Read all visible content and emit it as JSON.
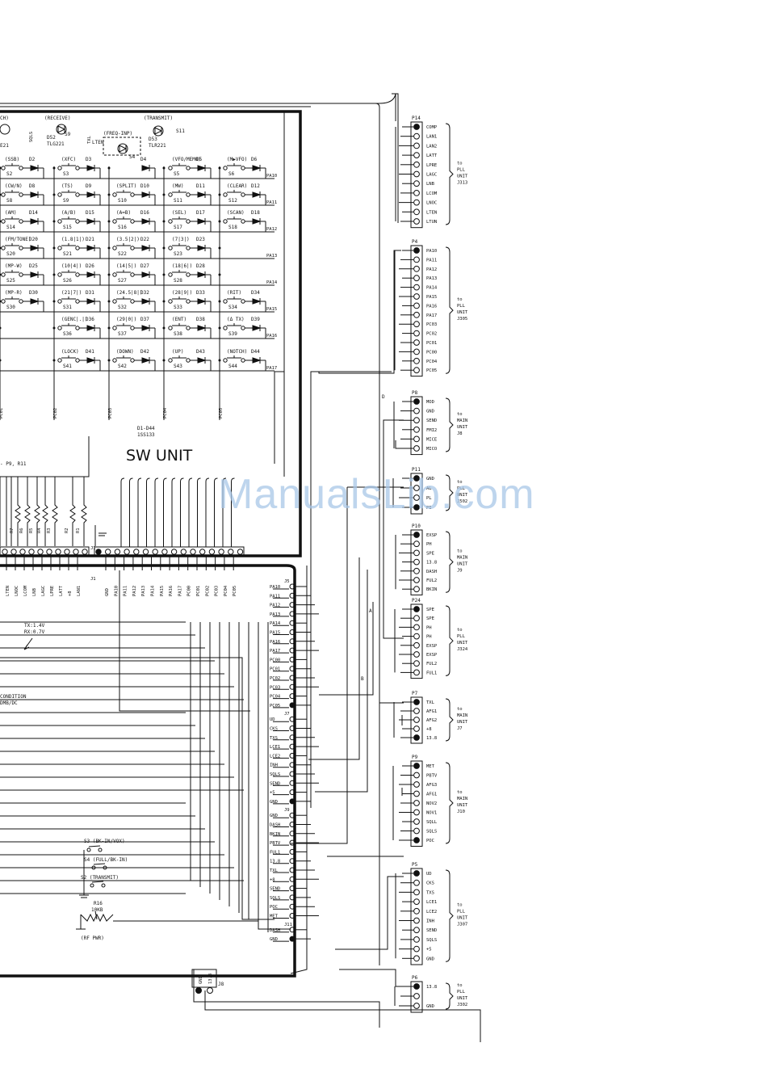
{
  "title": "SW UNIT",
  "diode_note": {
    "line1": "D1-D44",
    "line2": "1SS133"
  },
  "watermark": "ManualsLib.com",
  "indicators": {
    "receive": "(RECEIVE)",
    "receive_led": "D52",
    "receive_led_type": "TLG221",
    "transmit": "(TRANSMIT)",
    "transmit_led": "D53",
    "transmit_led_type": "TLR221",
    "freq_inp": "(FREQ-INP)",
    "lten": "LTEN",
    "s4": "S4",
    "s9": "S9",
    "s11": "S11",
    "sqls": "SQLS",
    "txl": "TXL",
    "partial_left": "CH)",
    "d51": "E21"
  },
  "keypad": {
    "rows": [
      {
        "labels": [
          "(SSB)",
          "(XFC)",
          "",
          "(VFO/MEMO)",
          "(M▶VFO)"
        ],
        "switches": [
          "S2",
          "S3",
          "",
          "S5",
          "S6"
        ],
        "diodes": [
          "D2",
          "D3",
          "D4",
          "D5",
          "D6"
        ],
        "bus": "PA10"
      },
      {
        "labels": [
          "(CW/N)",
          "(TS)",
          "(SPLIT)",
          "(MW)",
          "(CLEAR)"
        ],
        "switches": [
          "S8",
          "S9",
          "S10",
          "S11",
          "S12"
        ],
        "diodes": [
          "D8",
          "D9",
          "D10",
          "D11",
          "D12"
        ],
        "bus": "PA11"
      },
      {
        "labels": [
          "(AM)",
          "(A/B)",
          "(A=B)",
          "(SEL)",
          "(SCAN)"
        ],
        "switches": [
          "S14",
          "S15",
          "S16",
          "S17",
          "S18"
        ],
        "diodes": [
          "D14",
          "D15",
          "D16",
          "D17",
          "D18"
        ],
        "bus": "PA12"
      },
      {
        "labels": [
          "(FM/TONE)",
          "(1.8|1|)",
          "(3.5|2|)",
          "(7|3|)",
          ""
        ],
        "switches": [
          "S20",
          "S21",
          "S22",
          "S23",
          ""
        ],
        "diodes": [
          "D20",
          "D21",
          "D22",
          "D23",
          ""
        ],
        "bus": "PA13"
      },
      {
        "labels": [
          "(MP-W)",
          "(10|4|)",
          "(14|5|)",
          "(18|6|)",
          ""
        ],
        "switches": [
          "S25",
          "S26",
          "S27",
          "S28",
          ""
        ],
        "diodes": [
          "D25",
          "D26",
          "D27",
          "D28",
          ""
        ],
        "bus": "PA14"
      },
      {
        "labels": [
          "(MP-R)",
          "(21|7|)",
          "(24.5|8|)",
          "(28|9|)",
          "(RIT)"
        ],
        "switches": [
          "S30",
          "S31",
          "S32",
          "S33",
          "S34"
        ],
        "diodes": [
          "D30",
          "D31",
          "D32",
          "D33",
          "D34"
        ],
        "bus": "PA15"
      },
      {
        "labels": [
          "",
          "(GENC|.|)",
          "(29|0|)",
          "(ENT)",
          "(Δ TX)"
        ],
        "switches": [
          "",
          "S36",
          "S37",
          "S38",
          "S39"
        ],
        "diodes": [
          "",
          "D36",
          "D37",
          "D38",
          "D39"
        ],
        "bus": "PA16"
      },
      {
        "labels": [
          "",
          "(LOCK)",
          "(DOWN)",
          "(UP)",
          "(NOTCH)"
        ],
        "switches": [
          "",
          "S41",
          "S42",
          "S43",
          "S44"
        ],
        "diodes": [
          "",
          "D41",
          "D42",
          "D43",
          "D44"
        ],
        "bus": "PA17"
      }
    ],
    "columns": [
      "PC01",
      "PC02",
      "PC03",
      "PC04",
      "PC05"
    ]
  },
  "resistors": [
    "R7",
    "R6",
    "R5",
    "R4",
    "R3",
    "R2",
    "R1"
  ],
  "resistor_note": "- P9, R11",
  "j1": {
    "label": "J1",
    "left_pins": [
      "LTEN",
      "LNOC",
      "LCOM",
      "LNB",
      "LAGC",
      "LPRE",
      "LATT",
      "+8",
      "LAN1"
    ],
    "right_pins": [
      "GND",
      "PA10",
      "PA11",
      "PA12",
      "PA13",
      "PA14",
      "PA15",
      "PA16",
      "PA17",
      "PC00",
      "PC01",
      "PC02",
      "PC03",
      "PC04",
      "PC05"
    ]
  },
  "notes": {
    "tx": "TX:1.4V",
    "rx": "RX:0.7V",
    "cond": "CONDITION",
    "cond2": "DMB/DC"
  },
  "lower_parts": {
    "s3": "S3 (BK-IN/VOX)",
    "s4": "S4 (FULL/BK-IN)",
    "s2": "S2 (TRANSMIT)",
    "r16": "R16",
    "r16_val": "10KB",
    "rf": "(RF PWR)"
  },
  "j8": {
    "label": "J8",
    "pins": [
      "GND",
      "13.8"
    ]
  },
  "j_mid": [
    {
      "label": "J5",
      "pins": [
        "PA10",
        "PA11",
        "PA12",
        "PA13",
        "PA14",
        "PA15",
        "PA16",
        "PA17",
        "PC00",
        "PC01",
        "PC02",
        "PC03",
        "PC04",
        "PC05"
      ]
    },
    {
      "label": "J7",
      "pins": [
        "UD",
        "CKS",
        "TXS",
        "LCE1",
        "LCE2",
        "INH",
        "SQLS",
        "SEND",
        "+5",
        "GND"
      ]
    },
    {
      "label": "J9",
      "pins": [
        "GND",
        "DASH",
        "BKIN",
        "PBTV",
        "FUL1",
        "13.8",
        "TXL",
        "+8",
        "SEND",
        "SQLS",
        "POC",
        "MET"
      ]
    },
    {
      "label": "J11",
      "pins": [
        "DASH",
        "GND"
      ]
    }
  ],
  "connectors": [
    {
      "label": "P14",
      "pins": [
        "COMP",
        "LAN1",
        "LAN2",
        "LATT",
        "LPRE",
        "LAGC",
        "LNB",
        "LCOM",
        "LNOC",
        "LTEN",
        "LTUN"
      ],
      "dest": [
        "to",
        "PLL",
        "UNIT",
        "J313"
      ]
    },
    {
      "label": "P4",
      "pins": [
        "PA10",
        "PA11",
        "PA12",
        "PA13",
        "PA14",
        "PA15",
        "PA16",
        "PA17",
        "PC03",
        "PC02",
        "PC01",
        "PC00",
        "PC04",
        "PC05"
      ],
      "dest": [
        "to",
        "PLL",
        "UNIT",
        "J305"
      ]
    },
    {
      "label": "P8",
      "pins": [
        "MOD",
        "GND",
        "SEND",
        "FMI2",
        "MICE",
        "MICO"
      ],
      "dest": [
        "to",
        "MAIN",
        "UNIT",
        "J8"
      ]
    },
    {
      "label": "P11",
      "pins": [
        "GND",
        "AL",
        "PL",
        "PI"
      ],
      "dest": [
        "to",
        "PLL",
        "UNIT",
        "J502"
      ]
    },
    {
      "label": "P10",
      "pins": [
        "EXSP",
        "PH",
        "SPE",
        "13.8",
        "DASH",
        "FUL2",
        "BKIN"
      ],
      "dest": [
        "to",
        "MAIN",
        "UNIT",
        "J9"
      ]
    },
    {
      "label": "P24",
      "pins": [
        "SPE",
        "SPE",
        "PH",
        "PH",
        "EXSP",
        "EXSP",
        "FUL2",
        "FUL1"
      ],
      "dest": [
        "to",
        "PLL",
        "UNIT",
        "J324"
      ]
    },
    {
      "label": "P7",
      "pins": [
        "TXL",
        "AFG1",
        "AFG2",
        "+8",
        "13.8"
      ],
      "dest": [
        "to",
        "MAIN",
        "UNIT",
        "J7"
      ]
    },
    {
      "label": "P9",
      "pins": [
        "MET",
        "PBTV",
        "AFG3",
        "AFG1",
        "NOV2",
        "NOV1",
        "SQLL",
        "SQLS",
        "POC"
      ],
      "dest": [
        "to",
        "MAIN",
        "UNIT",
        "J10"
      ]
    },
    {
      "label": "P5",
      "pins": [
        "UD",
        "CKS",
        "TXS",
        "LCE1",
        "LCE2",
        "INH",
        "SEND",
        "SQLS",
        "+5",
        "GND"
      ],
      "dest": [
        "to",
        "PLL",
        "UNIT",
        "J307"
      ]
    },
    {
      "label": "P6",
      "pins": [
        "13.8",
        "",
        "GND"
      ],
      "dest": [
        "to",
        "PLL",
        "UNIT",
        "J302"
      ]
    }
  ],
  "junction_marks": {
    "a": "A",
    "b": "B",
    "d": "D"
  }
}
